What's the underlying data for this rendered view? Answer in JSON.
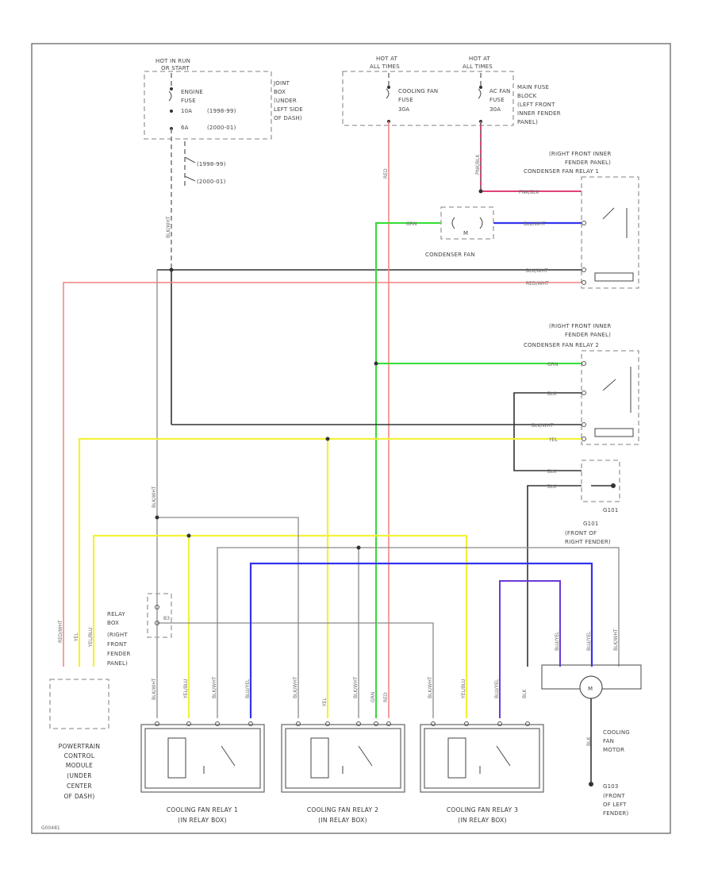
{
  "power_sources": {
    "left": {
      "header": "HOT IN RUN",
      "subheader": "OR START"
    },
    "mid": {
      "header": "HOT AT",
      "subheader": "ALL TIMES"
    },
    "right": {
      "header": "HOT AT",
      "subheader": "ALL TIMES"
    }
  },
  "fuses": {
    "engine": [
      "ENGINE",
      "FUSE",
      "10A",
      "6A"
    ],
    "engine_years": [
      "(1998-99)",
      "(2000-01)"
    ],
    "cooling": [
      "COOLING FAN",
      "FUSE",
      "30A"
    ],
    "ac": [
      "AC FAN",
      "FUSE",
      "30A"
    ]
  },
  "blocks": {
    "joint_box": [
      "JOINT",
      "BOX",
      "(UNDER",
      "LEFT SIDE",
      "OF DASH)"
    ],
    "main_fuse": [
      "MAIN FUSE",
      "BLOCK",
      "(LEFT FRONT",
      "INNER FENDER",
      "PANEL)"
    ]
  },
  "diode_years": [
    "(1998-99)",
    "(2000-01)"
  ],
  "relays_top": {
    "loc1": [
      "(RIGHT FRONT INNER",
      "FENDER PANEL)",
      "CONDENSER FAN RELAY 1"
    ],
    "loc2": [
      "(RIGHT FRONT INNER",
      "FENDER PANEL)",
      "CONDENSER FAN RELAY 2"
    ]
  },
  "condenser_fan": {
    "label": "CONDENSER FAN",
    "symbol": "M"
  },
  "wire_colors": {
    "pnk_blk": "PNK/BLK",
    "grn": "GRN",
    "blu_wht": "BLU/WHT",
    "blk_wht": "BLK/WHT",
    "red_wht": "RED/WHT",
    "blk": "BLK",
    "yel": "YEL",
    "yel_blu": "YEL/BLU",
    "red": "RED",
    "blu_yel": "BLU/YEL"
  },
  "ground": {
    "id": "G101",
    "loc": [
      "(FRONT OF",
      "RIGHT FENDER)"
    ]
  },
  "ground_left": {
    "id": "G101"
  },
  "relay_box": [
    "RELAY",
    "BOX",
    "(RIGHT",
    "FRONT",
    "FENDER",
    "PANEL)"
  ],
  "pcm": [
    "POWERTRAIN",
    "CONTROL",
    "MODULE",
    "(UNDER",
    "CENTER",
    "OF DASH)"
  ],
  "bottom_relays": [
    {
      "title": "COOLING FAN RELAY 1",
      "sub": "(IN RELAY BOX)"
    },
    {
      "title": "COOLING FAN RELAY 2",
      "sub": "(IN RELAY BOX)"
    },
    {
      "title": "COOLING FAN RELAY 3",
      "sub": "(IN RELAY BOX)"
    }
  ],
  "motor": {
    "label": [
      "COOLING",
      "FAN",
      "MOTOR"
    ],
    "symbol": "M"
  },
  "ground_bottom": {
    "id": "G103",
    "loc": [
      "(FRONT",
      "OF LEFT",
      "FENDER)"
    ]
  },
  "footer_code": "G00481"
}
